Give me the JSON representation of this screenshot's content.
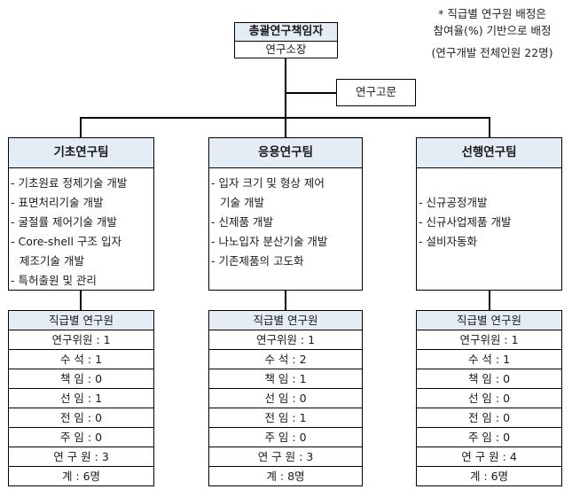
{
  "note": {
    "line1": "* 직급별 연구원 배정은",
    "line2": "참여율(%) 기반으로 배정",
    "line3": "(연구개발 전체인원 22명)"
  },
  "head": {
    "title": "총괄연구책임자",
    "subtitle": "연구소장"
  },
  "advisor": {
    "label": "연구고문"
  },
  "teams": [
    {
      "name": "기초연구팀",
      "duties": [
        "- 기초원료 정제기술 개발",
        "- 표면처리기술 개발",
        "- 굴절률 제어기술 개발",
        "- Core-shell 구조 입자",
        "  제조기술 개발",
        "- 특허출원 및 관리"
      ],
      "staff": {
        "header": "직급별 연구원",
        "rows": [
          "연구위원 : 1",
          "수 석 : 1",
          "책 임 : 0",
          "선 임 : 1",
          "전 임 : 0",
          "주 임 : 0",
          "연 구 원 : 3",
          "계 : 6명"
        ]
      }
    },
    {
      "name": "응용연구팀",
      "duties": [
        "- 입자 크기 및 형상 제어",
        "  기술 개발",
        "- 신제품 개발",
        "- 나노입자 분산기술 개발",
        "- 기존제품의 고도화"
      ],
      "staff": {
        "header": "직급별 연구원",
        "rows": [
          "연구위원 : 1",
          "수 석 : 2",
          "책 임 : 1",
          "선 임 : 0",
          "전 임 : 1",
          "주 임 : 0",
          "연 구 원 : 3",
          "계 : 8명"
        ]
      }
    },
    {
      "name": "선행연구팀",
      "duties": [
        "- 신규공정개발",
        "- 신규사업제품 개발",
        "- 설비자동화"
      ],
      "staff": {
        "header": "직급별 연구원",
        "rows": [
          "연구위원 : 1",
          "수 석 : 1",
          "책 임 : 0",
          "선 임 : 0",
          "전 임 : 0",
          "주 임 : 0",
          "연 구 원 : 4",
          "계 : 6명"
        ]
      }
    }
  ],
  "colors": {
    "header_fill": "#e4ecf5",
    "border": "#000000"
  }
}
